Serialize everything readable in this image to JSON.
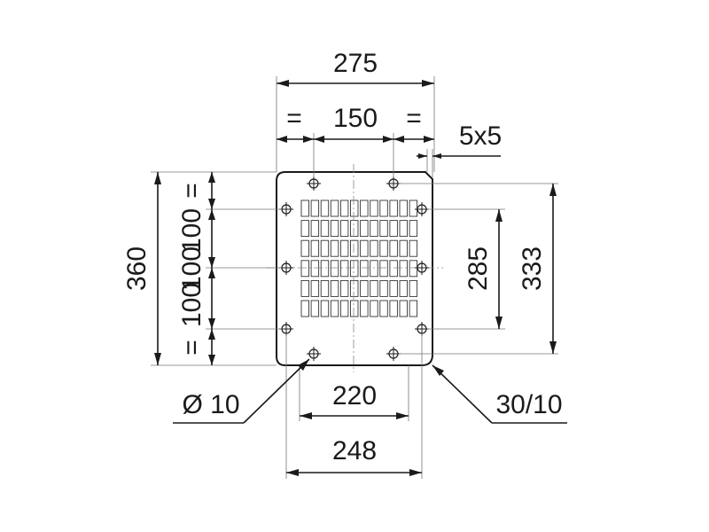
{
  "dimensions": {
    "overall_width": "275",
    "hole_spacing_top": "150",
    "equal_left": "=",
    "equal_right": "=",
    "notch": "5x5",
    "overall_height": "360",
    "vertical_equal_top": "=",
    "vertical_pitch_1": "100",
    "vertical_pitch_2": "100",
    "vertical_pitch_3": "100",
    "vertical_equal_bottom": "=",
    "side_hole_height": "285",
    "height_333": "333",
    "hole_diameter": "Ø 10",
    "corner_radius": "30/10",
    "grille_width": "220",
    "side_hole_spacing": "248"
  }
}
